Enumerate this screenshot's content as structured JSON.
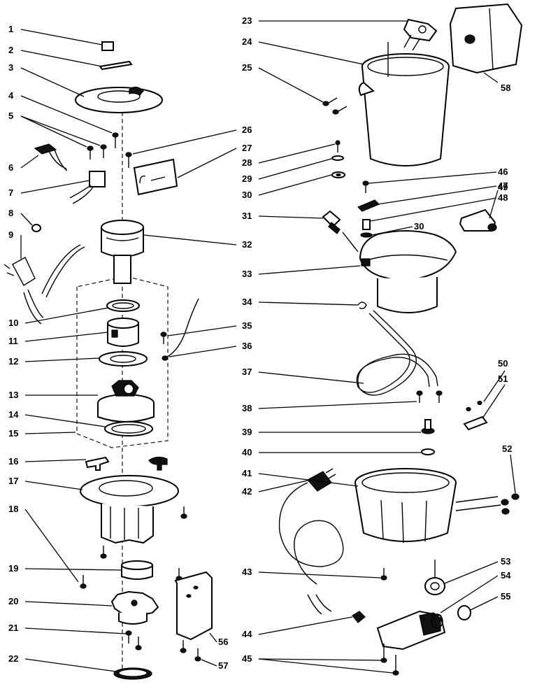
{
  "labels": {
    "l1": "1",
    "l2": "2",
    "l3": "3",
    "l4": "4",
    "l5": "5",
    "l6": "6",
    "l7": "7",
    "l8": "8",
    "l9": "9",
    "l10": "10",
    "l11": "11",
    "l12": "12",
    "l13": "13",
    "l14": "14",
    "l15": "15",
    "l16": "16",
    "l17": "17",
    "l18": "18",
    "l19": "19",
    "l20": "20",
    "l21": "21",
    "l22": "22",
    "l23": "23",
    "l24": "24",
    "l25": "25",
    "l26": "26",
    "l27": "27",
    "l28": "28",
    "l29": "29",
    "l30a": "30",
    "l30b": "30",
    "l31": "31",
    "l32": "32",
    "l33": "33",
    "l34": "34",
    "l35": "35",
    "l36": "36",
    "l37": "37",
    "l38": "38",
    "l39": "39",
    "l40": "40",
    "l41": "41",
    "l42": "42",
    "l43": "43",
    "l44": "44",
    "l45": "45",
    "l46": "46",
    "l47": "47",
    "l48": "48",
    "l49": "49",
    "l50": "50",
    "l51": "51",
    "l52": "52",
    "l53": "53",
    "l54": "54",
    "l55": "55",
    "l56": "56",
    "l57": "57",
    "l58": "58"
  }
}
